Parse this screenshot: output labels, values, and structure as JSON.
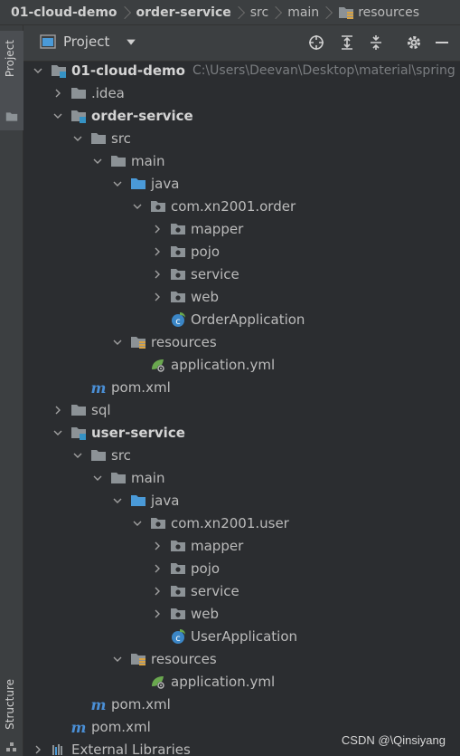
{
  "breadcrumb": {
    "items": [
      "01-cloud-demo",
      "order-service",
      "src",
      "main",
      "resources"
    ]
  },
  "side_strip": {
    "project_tab": "Project",
    "structure_tab": "Structure"
  },
  "panel": {
    "title": "Project",
    "tools": [
      "locate-icon",
      "expand-all-icon",
      "collapse-all-icon",
      "settings-icon",
      "hide-icon"
    ]
  },
  "tree": {
    "root_name": "01-cloud-demo",
    "root_path": "C:\\Users\\Deevan\\Desktop\\material\\spring",
    "idea": ".idea",
    "order_service": {
      "name": "order-service",
      "src": "src",
      "main": "main",
      "java": "java",
      "package": "com.xn2001.order",
      "mapper": "mapper",
      "pojo": "pojo",
      "service": "service",
      "web": "web",
      "app_class": "OrderApplication",
      "resources": "resources",
      "app_yml": "application.yml",
      "pom": "pom.xml"
    },
    "sql": "sql",
    "user_service": {
      "name": "user-service",
      "src": "src",
      "main": "main",
      "java": "java",
      "package": "com.xn2001.user",
      "mapper": "mapper",
      "pojo": "pojo",
      "service": "service",
      "web": "web",
      "app_class": "UserApplication",
      "resources": "resources",
      "app_yml": "application.yml",
      "pom": "pom.xml"
    },
    "root_pom": "pom.xml",
    "external_libraries": "External Libraries"
  },
  "watermark": "CSDN @\\Qinsiyang",
  "colors": {
    "background": "#2b2d30",
    "folder": "#8c9296",
    "source_folder": "#4a9ad8",
    "module_badge": "#3592c4",
    "maven": "#4a8fd6",
    "spring": "#6aa84f"
  }
}
